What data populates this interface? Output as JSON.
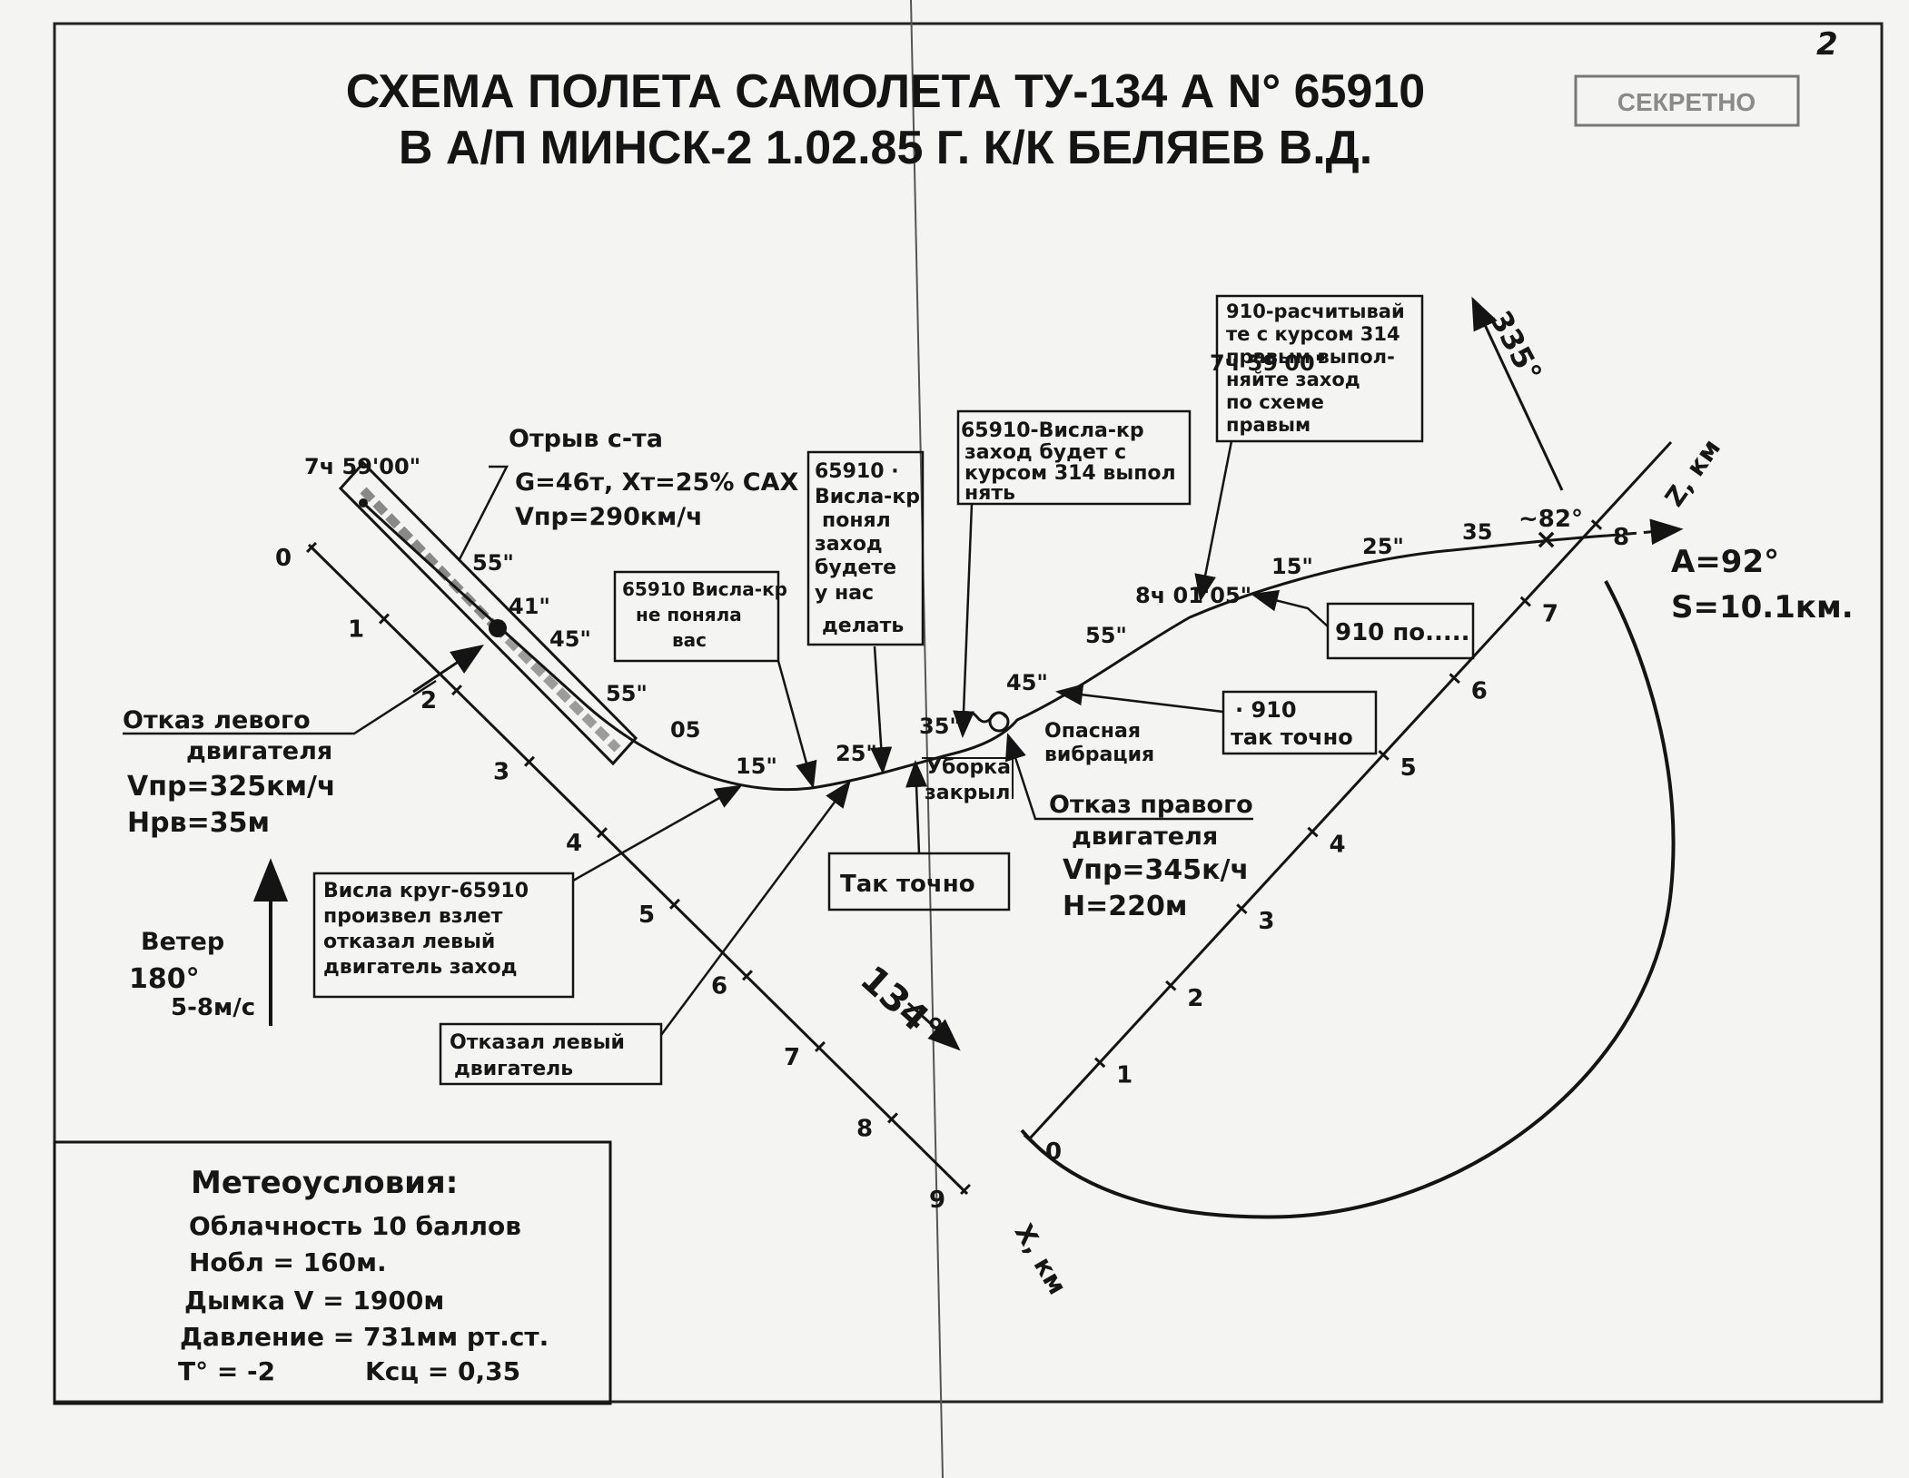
{
  "page_number": "2",
  "stamp": "СЕКРЕТНО",
  "title": {
    "line1": "СХЕМА ПОЛЕТА САМОЛЕТА ТУ-134 А N° 65910",
    "line2": "В А/П МИНСК-2 1.02.85 Г. К/К БЕЛЯЕВ В.Д."
  },
  "takeoff": {
    "time": "7ч 59'00\"",
    "heading": "Отрыв с-та",
    "weight": "G=46т, Xт=25% САХ",
    "speed": "Vпр=290км/ч"
  },
  "left_engine_failure": {
    "title_line1": "Отказ левого",
    "title_line2": "двигателя",
    "speed": "Vпр=325км/ч",
    "height": "Hрв=35м"
  },
  "right_engine_failure": {
    "title_line1": "Отказ правого",
    "title_line2": "двигателя",
    "speed": "Vпр=345к/ч",
    "height": "H=220м"
  },
  "danger_vibration": {
    "line1": "Опасная",
    "line2": "вибрация"
  },
  "flaps_retraction": {
    "line1": "Уборка",
    "line2": "закрыл"
  },
  "wind": {
    "label": "Ветер",
    "direction": "180°",
    "speed": "5-8м/с"
  },
  "radio": {
    "box1": [
      "65910 Висла-кр",
      "не поняла",
      "вас"
    ],
    "box2": [
      "65910 ·",
      "Висла-кр",
      "понял",
      "заход",
      "будете",
      "у нас",
      "делать"
    ],
    "box3": [
      "65910-Висла-кр",
      "заход будет с",
      "курсом 314 выпол",
      "нять"
    ],
    "box4": [
      "910-расчитывай",
      "те с курсом 314",
      "правым выпол-",
      "няйте заход",
      "по схеме",
      "правым"
    ],
    "box5": [
      "Висла круг-65910",
      "произвел взлет",
      "отказал левый",
      "двигатель заход"
    ],
    "box6": [
      "Отказал левый",
      "двигатель"
    ],
    "box7": [
      "Так точно"
    ],
    "box8": [
      "910 по....."
    ],
    "box9": [
      "· 910",
      "так точно"
    ]
  },
  "times": {
    "t55a": "55\"",
    "t41": "41\"",
    "t45a": "45\"",
    "t55b": "55\"",
    "t05": "05",
    "t15a": "15\"",
    "t25a": "25\"",
    "t35a": "35\"",
    "t45b": "45\"",
    "t55c": "55\"",
    "t0105": "8ч 01'05\"",
    "t15b": "15\"",
    "t25b": "25\"",
    "t35b": "35"
  },
  "axis_x": {
    "label": "X, км",
    "heading": "134°",
    "ticks": [
      "0",
      "1",
      "2",
      "3",
      "4",
      "5",
      "6",
      "7",
      "8",
      "9"
    ]
  },
  "axis_z": {
    "label": "Z, км",
    "ticks": [
      "0",
      "1",
      "2",
      "3",
      "4",
      "5",
      "6",
      "7",
      "8"
    ]
  },
  "heading_335": "335°",
  "angle_82": "~82°",
  "bearing": {
    "azimuth": "A=92°",
    "distance": "S=10.1км."
  },
  "weather": {
    "title": "Метеоусловия:",
    "clouds": "Облачность 10 баллов",
    "cloud_base": "Hобл = 160м.",
    "haze": "Дымка  V = 1900м",
    "pressure": "Давление = 731мм рт.ст.",
    "temp": "T° = -2",
    "friction": "Kсц = 0,35"
  }
}
